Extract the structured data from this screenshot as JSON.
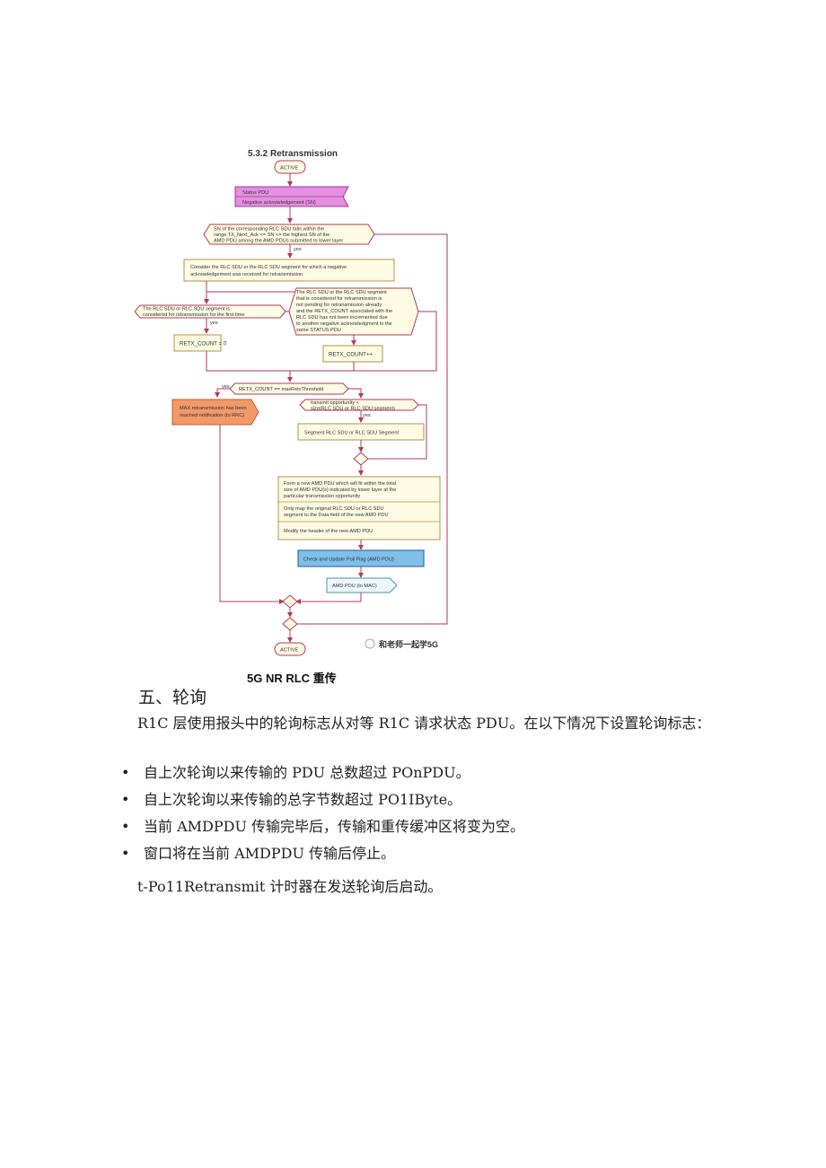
{
  "figure": {
    "title": "5.3.2 Retransmission",
    "caption": "5G NR RLC 重传",
    "watermark": "和老师一起学5G",
    "nodes": {
      "active_top": "ACTIVE",
      "status_pdu": "Status PDU",
      "nack": "Negative acknowledgement (SN)",
      "sn_cond": [
        "SN of the corresponding RLC SDU falls within the",
        "range TX_Next_Ack <= SN <= the highest SN of the",
        "AMD PDU among the AMD PDUs submitted to lower layer"
      ],
      "consider": [
        "Consider the RLC SDU or the RLC SDU segment for which a negative",
        "acknowledgement was received for retransmission"
      ],
      "first_time": [
        "The RLC SDU or RLC SDU segment is",
        "considered for retransmission for the first time"
      ],
      "not_pending": [
        "The RLC SDU or the RLC SDU segment",
        "that is considered for retransmission is",
        "not pending for retransmission already",
        "and the RETX_COUNT associated with the",
        "RLC SDU has not been incremented due",
        "to another negative acknowledgment in the",
        "same STATUS PDU"
      ],
      "retx_zero": "RETX_COUNT = 0",
      "retx_inc": "RETX_COUNT++",
      "retx_max": "RETX_COUNT == maxRetxThreshold",
      "max_retx": [
        "MAX retransmission has been",
        "reached notification (to RRC)"
      ],
      "tx_opp": [
        "transmit opportunity <",
        "size(RLC SDU or RLC SDU segment)"
      ],
      "segment": "Segment RLC SDU or RLC SDU Segment",
      "form_pdu": [
        "Form a new AMD PDU which will fit within the total",
        "size of AMD PDU(s) indicated by lower layer at the",
        "particular transmission opportunity"
      ],
      "map_pdu": [
        "Only map the original RLC SDU or RLC SDU",
        "segment to the Data field of the new AMD PDU"
      ],
      "modify_header": "Modify the header of the new AMD PDU",
      "poll_flag": "Check and Update Poll Flag (AMD PDU)",
      "amd_to_mac": "AMD PDU (to MAC)",
      "active_bottom": "ACTIVE",
      "yes": "yes"
    }
  },
  "section": {
    "title": "五、轮询",
    "paragraph": "R1C 层使用报头中的轮询标志从对等 R1C 请求状态 PDU。在以下情况下设置轮询标志：",
    "bullet_char": "•",
    "bullets": [
      "自上次轮询以来传输的 PDU 总数超过 POnPDU。",
      "自上次轮询以来传输的总字节数超过 PO1IByte。",
      "当前 AMDPDU 传输完毕后，传输和重传缓冲区将变为空。",
      "窗口将在当前 AMDPDU 传输后停止。"
    ],
    "closing": "t-Po11Retransmit 计时器在发送轮询后启动。"
  }
}
